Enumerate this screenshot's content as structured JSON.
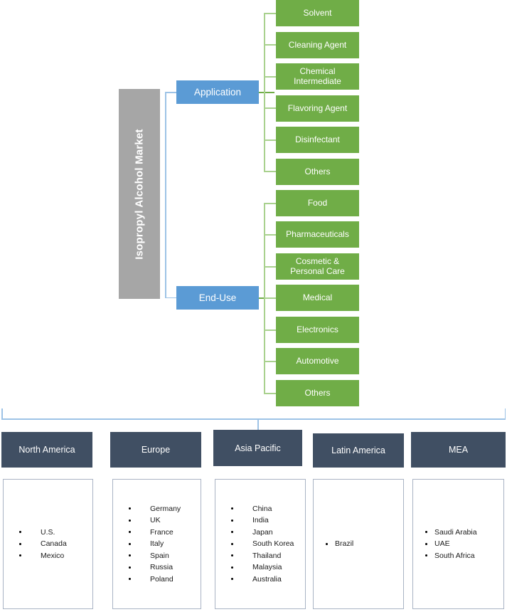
{
  "root": {
    "title": "Isopropyl Alcohol Market"
  },
  "colors": {
    "root_gray": "#a6a6a6",
    "category_blue": "#5b9bd5",
    "leaf_green": "#70ad47",
    "region_dark": "#404f63",
    "connector_blue": "#9dc3e6",
    "connector_green": "#a9d18e",
    "region_border": "#a9b3c4"
  },
  "categories": [
    {
      "label": "Application",
      "items": [
        "Solvent",
        "Cleaning Agent",
        "Chemical Intermediate",
        "Flavoring Agent",
        "Disinfectant",
        "Others"
      ]
    },
    {
      "label": "End-Use",
      "items": [
        "Food",
        "Pharmaceuticals",
        "Cosmetic & Personal Care",
        "Medical",
        "Electronics",
        "Automotive",
        "Others"
      ]
    }
  ],
  "regions": [
    {
      "name": "North America",
      "countries": [
        "U.S.",
        "Canada",
        "Mexico"
      ]
    },
    {
      "name": "Europe",
      "countries": [
        "Germany",
        "UK",
        "France",
        "Italy",
        "Spain",
        "Russia",
        "Poland"
      ]
    },
    {
      "name": "Asia Pacific",
      "countries": [
        "China",
        "India",
        "Japan",
        "South Korea",
        "Thailand",
        "Malaysia",
        "Australia"
      ]
    },
    {
      "name": "Latin America",
      "countries": [
        "Brazil"
      ]
    },
    {
      "name": "MEA",
      "countries": [
        "Saudi Arabia",
        "UAE",
        "South Africa"
      ]
    }
  ]
}
